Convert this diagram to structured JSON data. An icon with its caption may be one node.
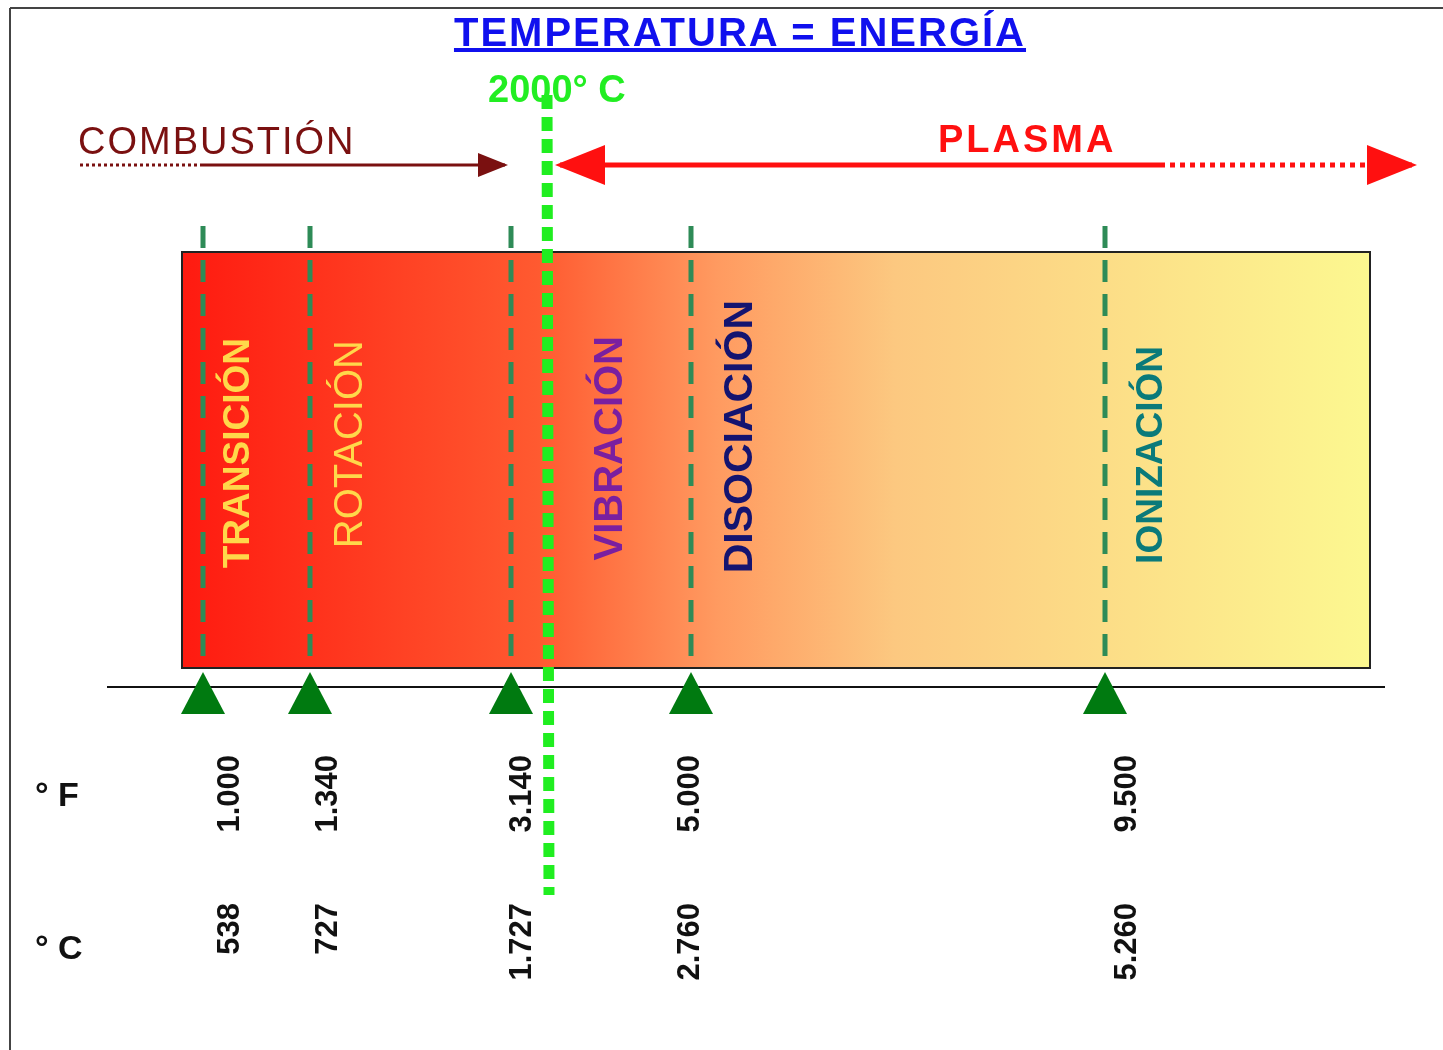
{
  "diagram": {
    "title": "TEMPERATURA = ENERGÍA",
    "labels": [
      "2000° C",
      "COMBUSTIÓN",
      "PLASMA",
      "TRANSICIÓN",
      "ROTACIÓN",
      "VIBRACIÓN",
      "DISOCIACIÓN",
      "IONIZACIÓN",
      "° F",
      "1.000",
      "1.340",
      "3.140",
      "5.000",
      "9.500",
      "° C",
      "538",
      "727",
      "1.727",
      "2.760",
      "5.260"
    ]
  }
}
